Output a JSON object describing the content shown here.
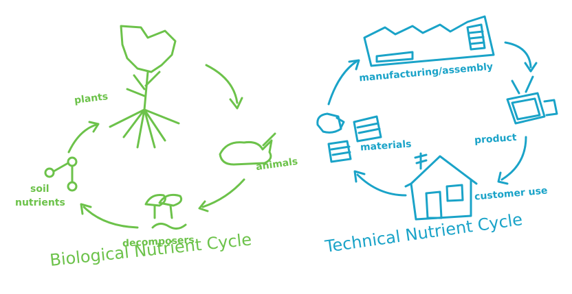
{
  "colors": {
    "biological": "#6cc24a",
    "technical": "#1aa3c8"
  },
  "biological": {
    "title": "Biological Nutrient Cycle",
    "nodes": {
      "plants": "plants",
      "animals": "animals",
      "decomposers": "decomposers",
      "soil_line1": "soil",
      "soil_line2": "nutrients"
    }
  },
  "technical": {
    "title": "Technical Nutrient Cycle",
    "nodes": {
      "manufacturing": "manufacturing/assembly",
      "product": "product",
      "customer_use": "customer use",
      "materials": "materials"
    }
  },
  "icons": [
    "tree-icon",
    "rabbit-icon",
    "mushroom-icon",
    "worm-icon",
    "molecule-icon",
    "factory-icon",
    "tv-icon",
    "house-icon",
    "materials-icon"
  ]
}
